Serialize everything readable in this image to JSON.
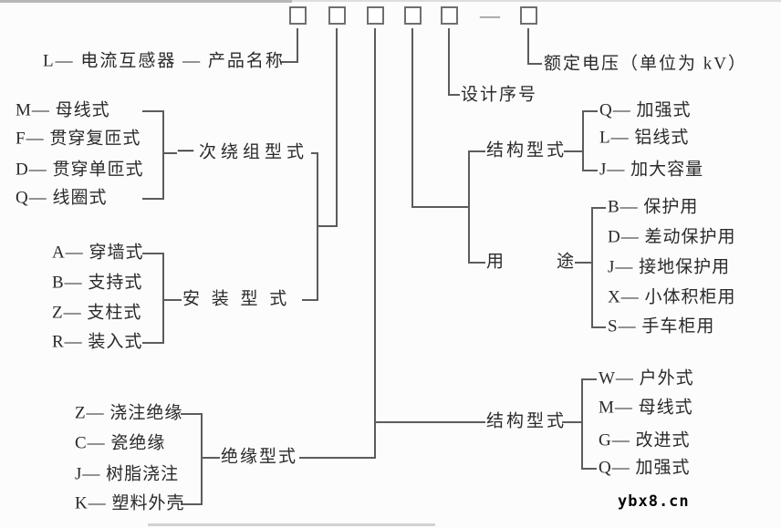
{
  "diagram_title_implicit": "电流互感器型号说明",
  "code_boxes": {
    "count": 6,
    "separator": "—"
  },
  "top": {
    "product_label": "L— 电流互感器 — 产品名称",
    "rated_voltage_label": "额定电压（单位为 kV）",
    "design_serial_label": "设计序号"
  },
  "groups": {
    "primary_winding": {
      "label": "一次绕组型式",
      "items": [
        "M— 母线式",
        "F— 贯穿复匝式",
        "D— 贯穿单匝式",
        "Q— 线圈式"
      ]
    },
    "installation": {
      "label": "安 装 型 式",
      "items": [
        "A— 穿墙式",
        "B— 支持式",
        "Z— 支柱式",
        "R— 装入式"
      ]
    },
    "insulation": {
      "label": "绝缘型式",
      "items": [
        "Z— 浇注绝缘",
        "C— 瓷绝缘",
        "J— 树脂浇注",
        "K— 塑料外壳"
      ]
    },
    "structure_upper": {
      "label": "结构型式",
      "items": [
        "Q— 加强式",
        "L— 铝线式",
        "J— 加大容量"
      ]
    },
    "usage": {
      "label_first": "用",
      "label_second": "途",
      "items": [
        "B— 保护用",
        "D— 差动保护用",
        "J— 接地保护用",
        "X— 小体积柜用",
        "S— 手车柜用"
      ]
    },
    "structure_lower": {
      "label": "结构型式",
      "items": [
        "W— 户外式",
        "M— 母线式",
        "G— 改进式",
        "Q— 加强式"
      ]
    }
  },
  "watermark": "ybx8.cn",
  "colors": {
    "line": "#5c5c5c",
    "text": "#2a2a2a",
    "box_border": "#6f6f6f"
  }
}
